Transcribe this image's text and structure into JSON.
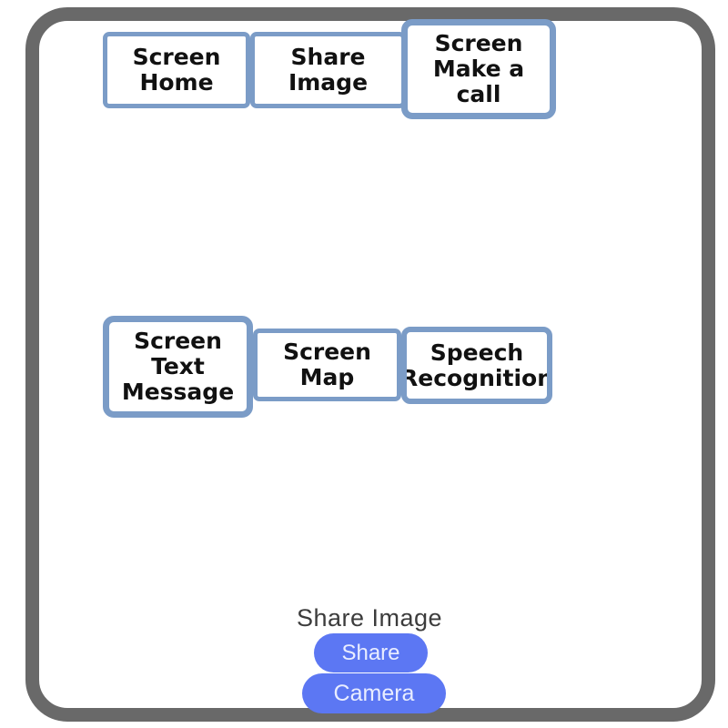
{
  "colors": {
    "frame": "#696969",
    "screen_button_border": "#7b9cc7",
    "screen_button_bg": "#ffffff",
    "screen_button_text": "#111111",
    "pill_bg": "#5c77f3",
    "pill_text": "#e9edff",
    "label_text": "#3c3c3c",
    "canvas_bg": "#ffffff"
  },
  "screen_buttons": {
    "top_row": [
      {
        "label": "Screen Home"
      },
      {
        "label": "Share Image"
      },
      {
        "label": "Screen Make a call"
      }
    ],
    "middle_row": [
      {
        "label": "Screen Text Message"
      },
      {
        "label": "Screen Map"
      },
      {
        "label": "Speech Recognition"
      }
    ]
  },
  "share_section": {
    "title": "Share Image",
    "share_button_label": "Share",
    "camera_button_label": "Camera"
  }
}
